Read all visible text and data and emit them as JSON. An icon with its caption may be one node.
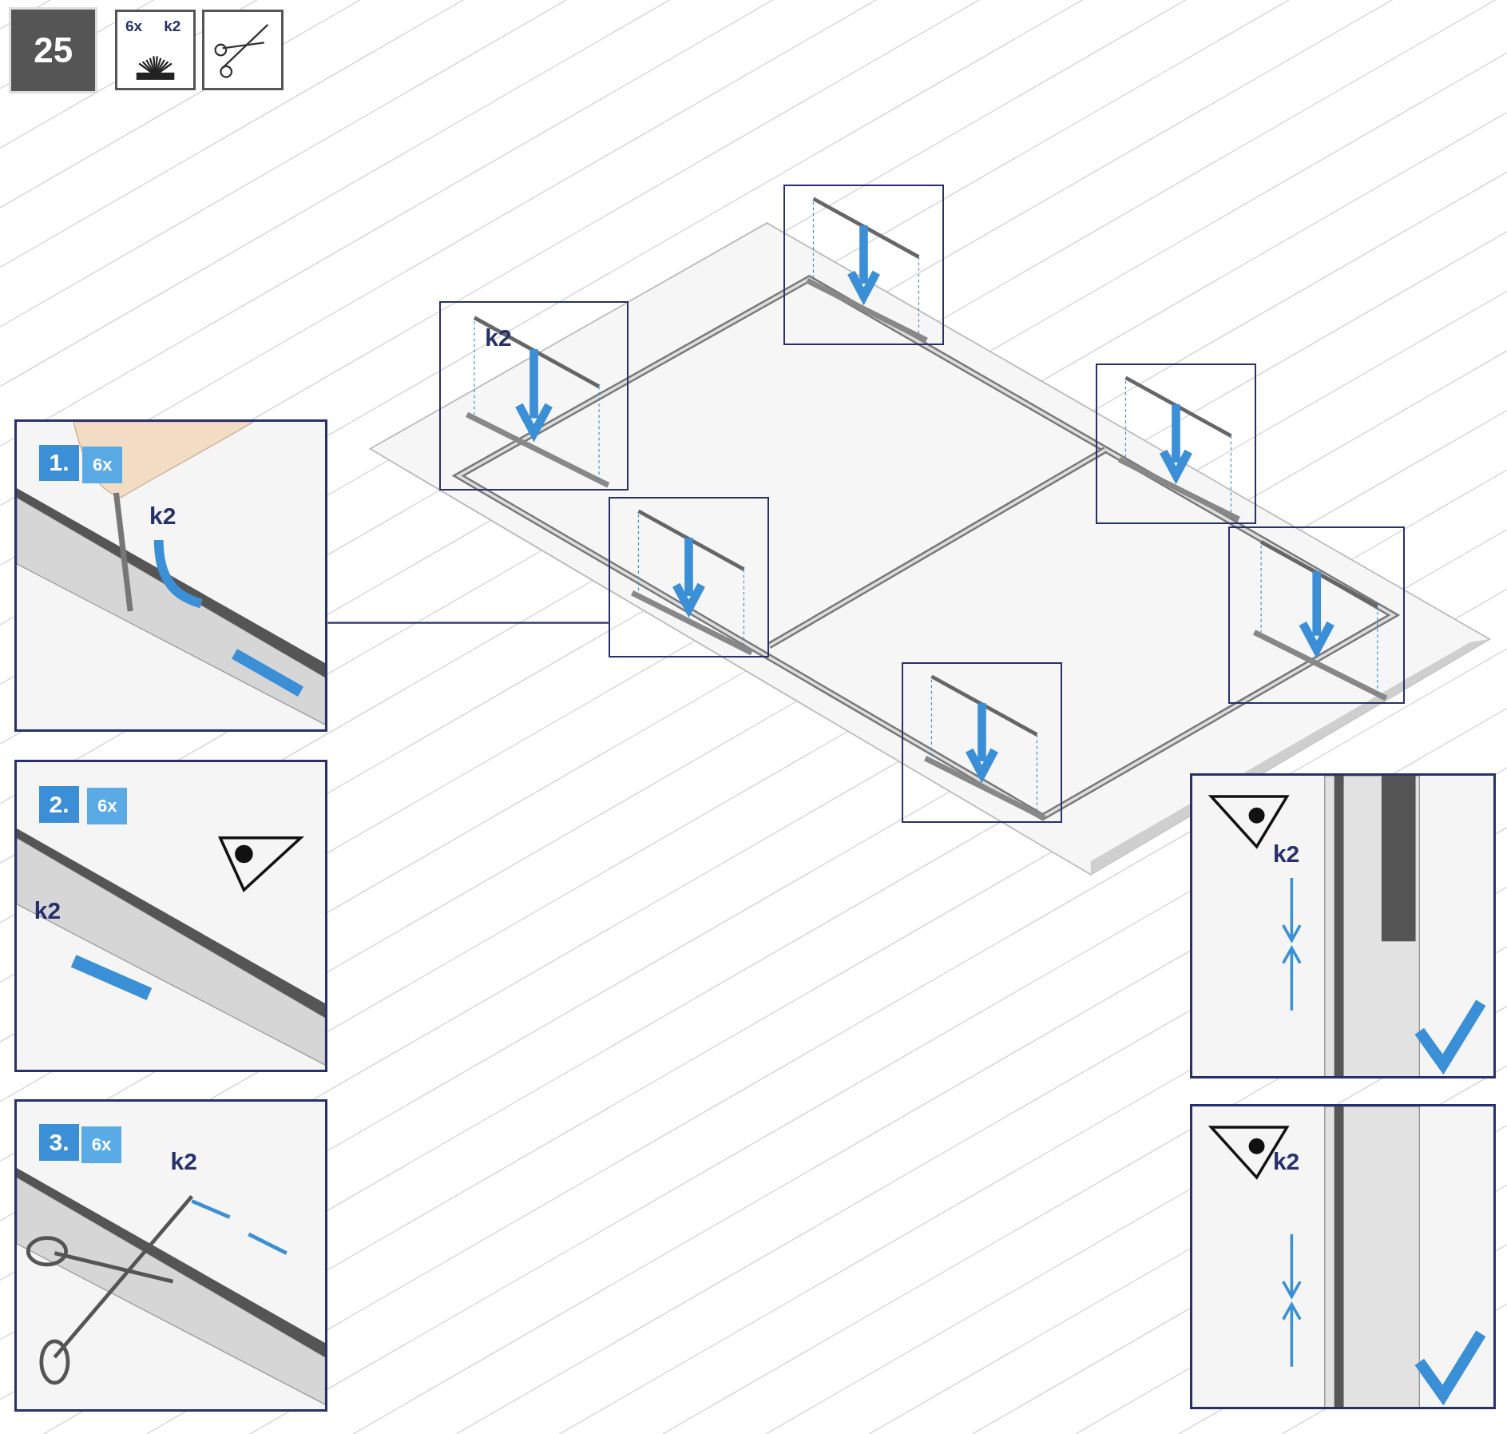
{
  "diagram": {
    "nodes": [
      {
        "text": [
          "25"
        ]
      },
      {
        "text": [
          "6x",
          "k2"
        ]
      },
      {
        "text": [],
        "shape": "box"
      },
      {
        "text": [],
        "shape": "box"
      },
      {
        "text": [
          "k2"
        ]
      },
      {
        "text": [],
        "shape": "box"
      },
      {
        "text": [],
        "shape": "box"
      },
      {
        "text": [],
        "shape": "box"
      },
      {
        "text": [],
        "shape": "box"
      },
      {
        "text": [
          "1.",
          "6x",
          "k2"
        ]
      },
      {
        "text": [
          "2.",
          "6x",
          "k2"
        ]
      },
      {
        "text": [
          "3.",
          "6x",
          "k2"
        ]
      },
      {
        "text": [
          "k2"
        ]
      },
      {
        "text": [
          "k2"
        ]
      }
    ],
    "edges": [
      {
        "from": 9,
        "to": 6,
        "arrow": "none"
      }
    ]
  }
}
